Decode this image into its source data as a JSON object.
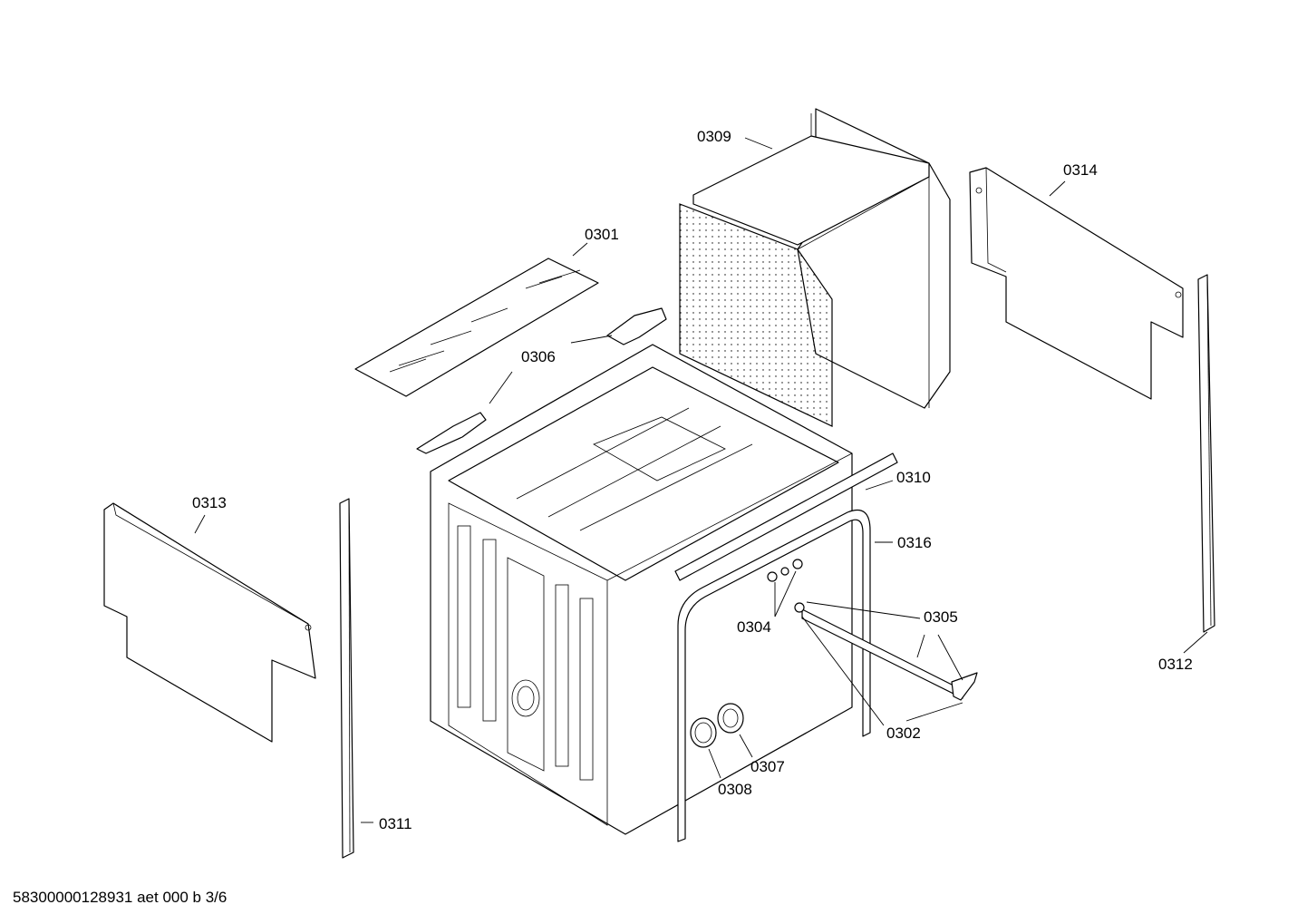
{
  "part_labels": {
    "p0301": "0301",
    "p0302": "0302",
    "p0304": "0304",
    "p0305": "0305",
    "p0306": "0306",
    "p0307": "0307",
    "p0308": "0308",
    "p0309": "0309",
    "p0310": "0310",
    "p0311": "0311",
    "p0312": "0312",
    "p0313": "0313",
    "p0314": "0314",
    "p0316": "0316"
  },
  "footer": "58300000128931 aet 000 b 3/6"
}
